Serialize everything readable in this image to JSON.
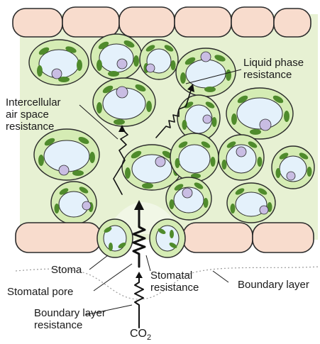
{
  "labels": {
    "liquid_phase": [
      "Liquid phase",
      "resistance"
    ],
    "intercellular": [
      "Intercellular",
      "air space",
      "resistance"
    ],
    "stoma": "Stoma",
    "stomatal_pore": "Stomatal pore",
    "stomatal_resistance": [
      "Stomatal",
      "resistance"
    ],
    "boundary_layer": "Boundary layer",
    "boundary_layer_resistance": [
      "Boundary layer",
      "resistance"
    ],
    "co2_base": "CO",
    "co2_sub": "2"
  },
  "colors": {
    "leaf_interior": "#e7f1d3",
    "epidermis_fill": "#f8dccd",
    "outline": "#2b2b2b",
    "cell_wall_fill": "#d5ecb4",
    "vacuole_fill": "#e4f1fb",
    "chloroplast": "#4f8b2c",
    "nucleus": "#c9bde3",
    "resistor": "#111111",
    "boundary_dots": "#9a9a9a"
  }
}
